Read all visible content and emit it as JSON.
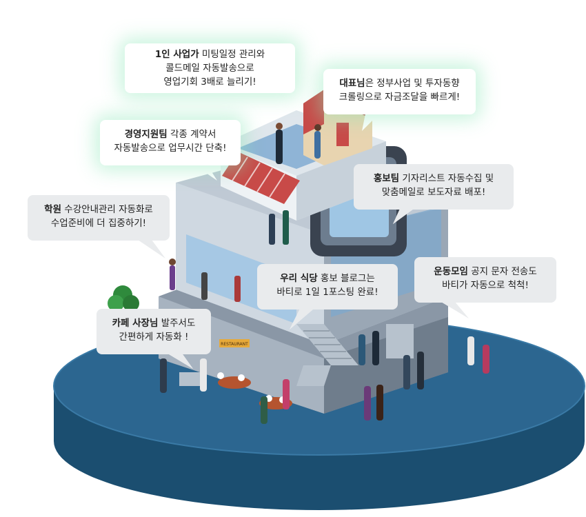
{
  "bubbles": {
    "solo": {
      "bold": "1인 사업가",
      "rest1": " 미팅일정 관리와",
      "line2": "콜드메일 자동발송으로",
      "line3": "영업기회 3배로 늘리기!"
    },
    "ceo": {
      "bold": "대표님",
      "rest1": "은 정부사업 및 투자동향",
      "line2": "크롤링으로 자금조달을 빠르게!"
    },
    "admin": {
      "bold": "경영지원팀",
      "rest1": " 각종 계약서",
      "line2": "자동발송으로 업무시간 단축!"
    },
    "pr": {
      "bold": "홍보팀",
      "rest1": " 기자리스트 자동수집 및",
      "line2": "맞춤메일로 보도자료 배포!"
    },
    "academy": {
      "bold": "학원",
      "rest1": " 수강안내관리 자동화로",
      "line2": "수업준비에 더 집중하기!"
    },
    "restaurant": {
      "bold": "우리 식당",
      "rest1": " 홍보 블로그는",
      "line2": "바티로 1일 1포스팅 완료!"
    },
    "club": {
      "bold": "운동모임",
      "rest1": " 공지 문자 전송도",
      "line2": "바티가 자동으로 척척!"
    },
    "cafe": {
      "bold": "카페 사장님",
      "rest1": " 발주서도",
      "line2": "간편하게 자동화 !"
    }
  },
  "signs": {
    "restaurant_sign": "RESTAURANT"
  },
  "colors": {
    "platform_top": "#2c6690",
    "platform_side": "#1b4e70",
    "building_wall": "#bfc9d4",
    "roof_red": "#c84a48",
    "glass": "#9fc6e4",
    "bubble_glow": "#8ce6b9"
  }
}
